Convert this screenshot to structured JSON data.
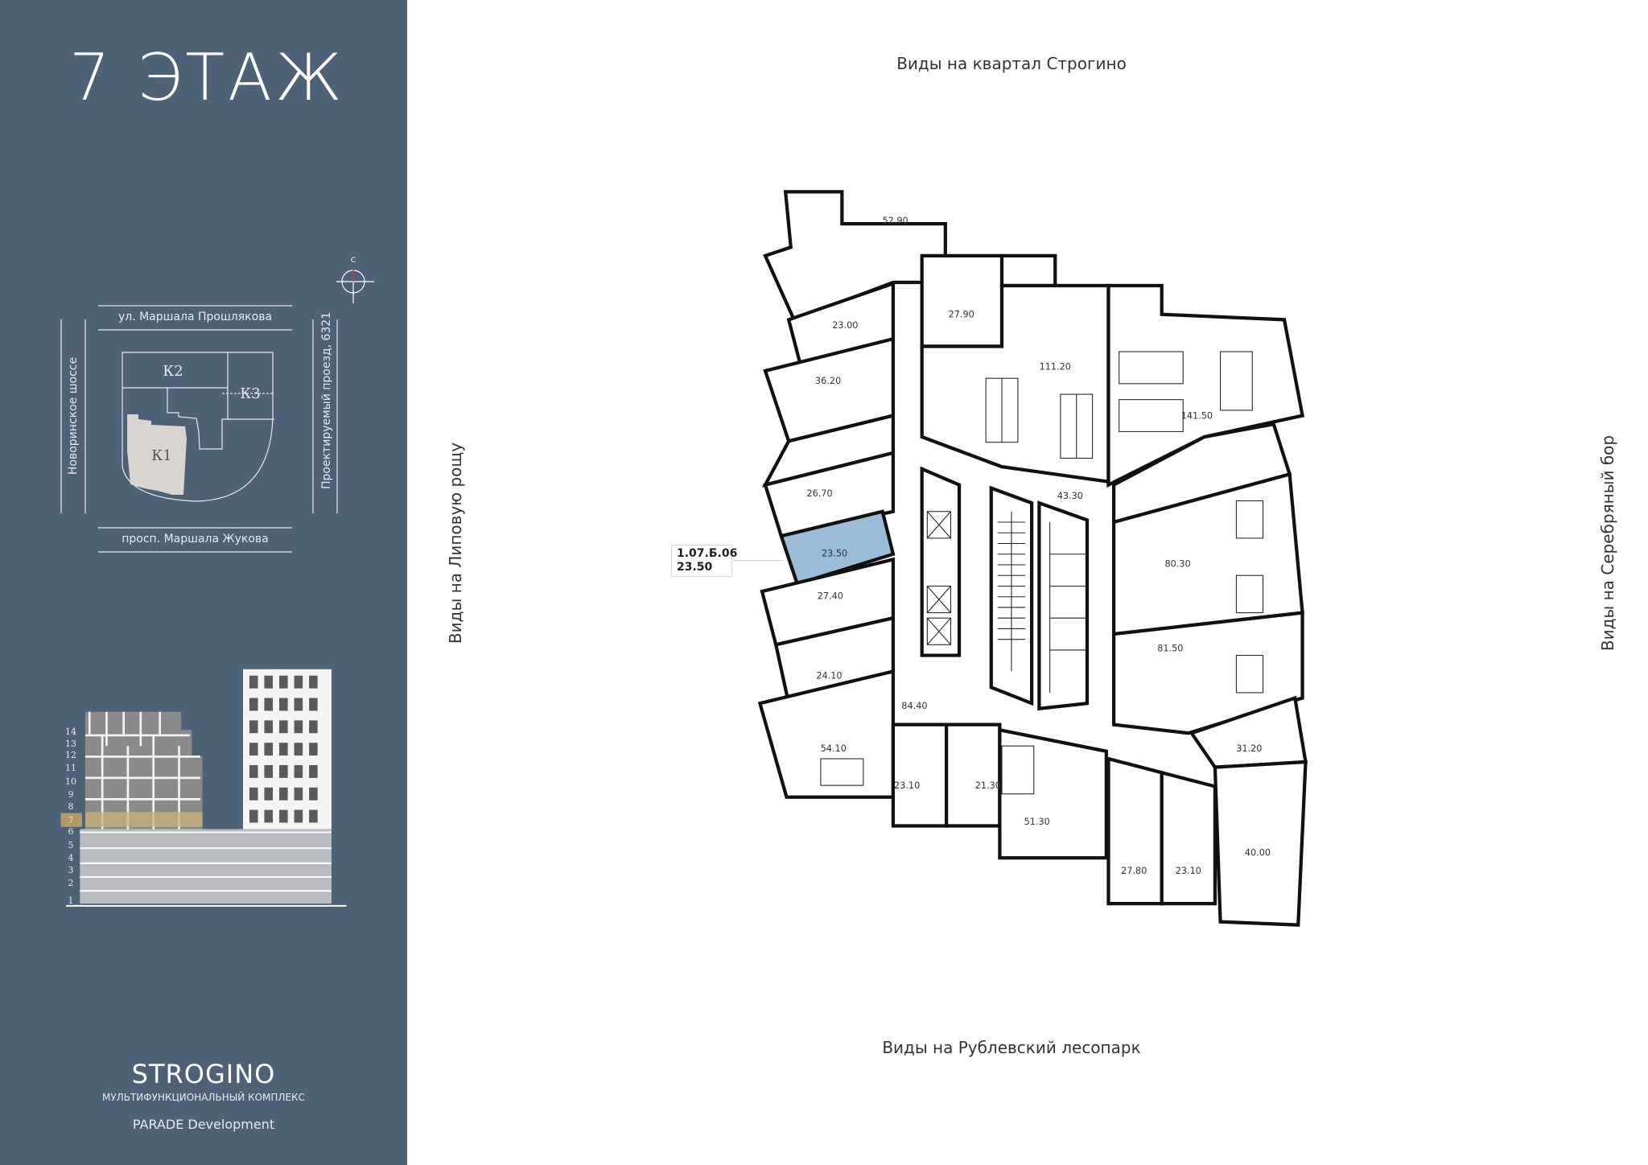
{
  "sidebar": {
    "floor_title": "7 ЭТАЖ",
    "compass_label": "С",
    "streets": {
      "north": "ул. Маршала Прошлякова",
      "south": "просп. Маршала Жукова",
      "west": "Новоринское шоссе",
      "east": "Проектируемый проезд, 6321"
    },
    "buildings": {
      "k1": "К1",
      "k2": "К2",
      "k3": "К3"
    },
    "elevation_floors": [
      "14",
      "13",
      "12",
      "11",
      "10",
      "9",
      "8",
      "7",
      "6",
      "5",
      "4",
      "3",
      "2",
      "1"
    ],
    "selected_floor": "7",
    "brand": {
      "name": "STROGINO",
      "subtitle": "МУЛЬТИФУНКЦИОНАЛЬНЫЙ КОМПЛЕКС",
      "developer": "PARADE Development"
    }
  },
  "views": {
    "north": "Виды на квартал Строгино",
    "south": "Виды на Рублевский лесопарк",
    "west": "Виды на Липовую рощу",
    "east": "Виды на Серебряный бор"
  },
  "plan": {
    "selected_unit": {
      "id": "1.07.Б.06",
      "area": "23.50"
    },
    "rooms": [
      "52.90",
      "23.00",
      "36.20",
      "26.70",
      "23.50",
      "27.40",
      "24.10",
      "54.10",
      "27.90",
      "111.20",
      "141.50",
      "43.30",
      "80.30",
      "81.50",
      "31.20",
      "40.00",
      "84.40",
      "23.10",
      "21.30",
      "51.30",
      "27.80",
      "23.10"
    ]
  },
  "colors": {
    "panel": "#4d6177",
    "highlight": "#9bbbd6",
    "floor_marker": "#b59a64"
  }
}
